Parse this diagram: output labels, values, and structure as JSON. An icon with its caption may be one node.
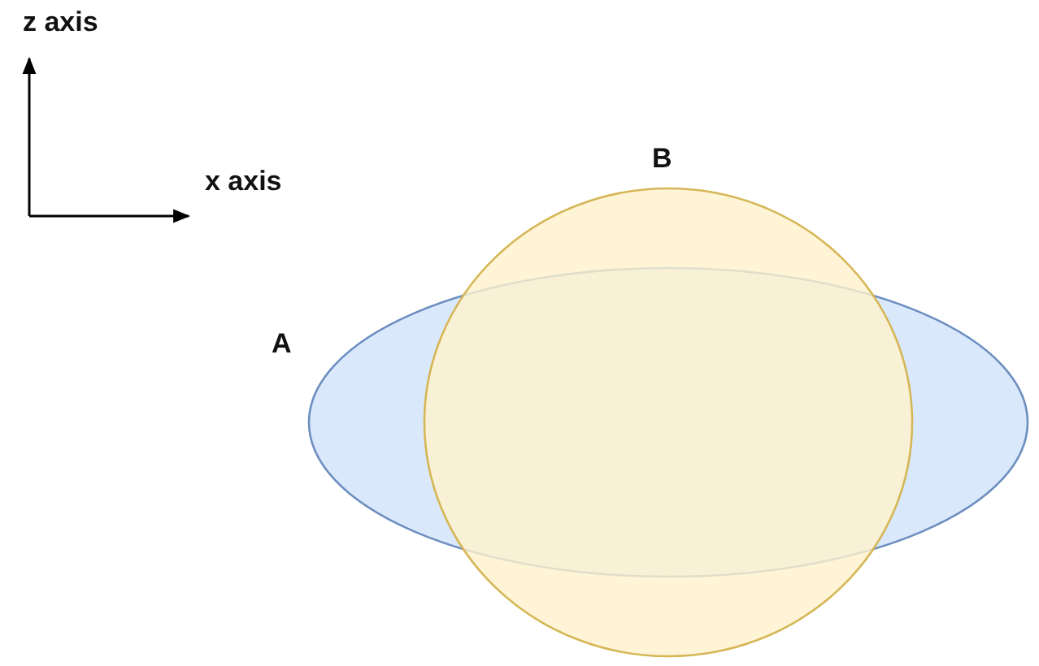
{
  "diagram": {
    "nodes": [
      {
        "text": [
          "A"
        ]
      },
      {
        "text": [
          "B"
        ]
      }
    ],
    "labels": [
      "z axis",
      "x axis"
    ]
  }
}
